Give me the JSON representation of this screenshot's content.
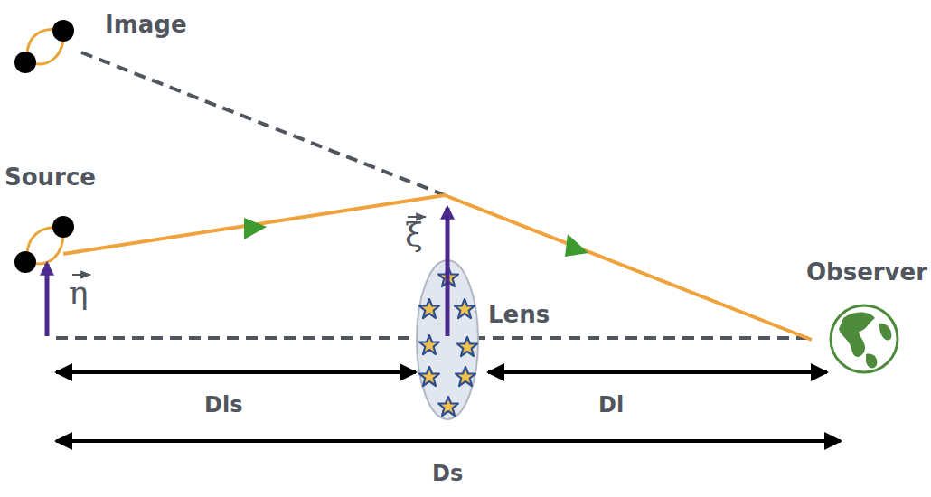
{
  "diagram": {
    "labels": [
      "Image",
      "Source",
      "Lens",
      "Observer",
      "η",
      "ξ",
      "Dls",
      "Dl",
      "Ds"
    ]
  }
}
